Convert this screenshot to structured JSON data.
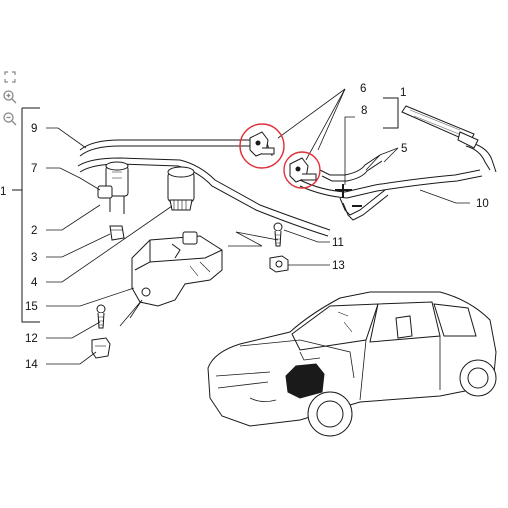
{
  "toolbar": {
    "items": [
      {
        "name": "reset-view-icon",
        "glyph": "⤢"
      },
      {
        "name": "zoom-in-icon",
        "glyph": "⊕"
      },
      {
        "name": "zoom-out-icon",
        "glyph": "⊖"
      }
    ]
  },
  "callouts": {
    "c1_left": "1",
    "c1_right": "1",
    "c2": "2",
    "c3": "3",
    "c4": "4",
    "c5": "5",
    "c6": "6",
    "c7": "7",
    "c8": "8",
    "c9": "9",
    "c10": "10",
    "c11": "11",
    "c12": "12",
    "c13": "13",
    "c14": "14",
    "c15": "15"
  },
  "highlight_color": "#e0303a"
}
